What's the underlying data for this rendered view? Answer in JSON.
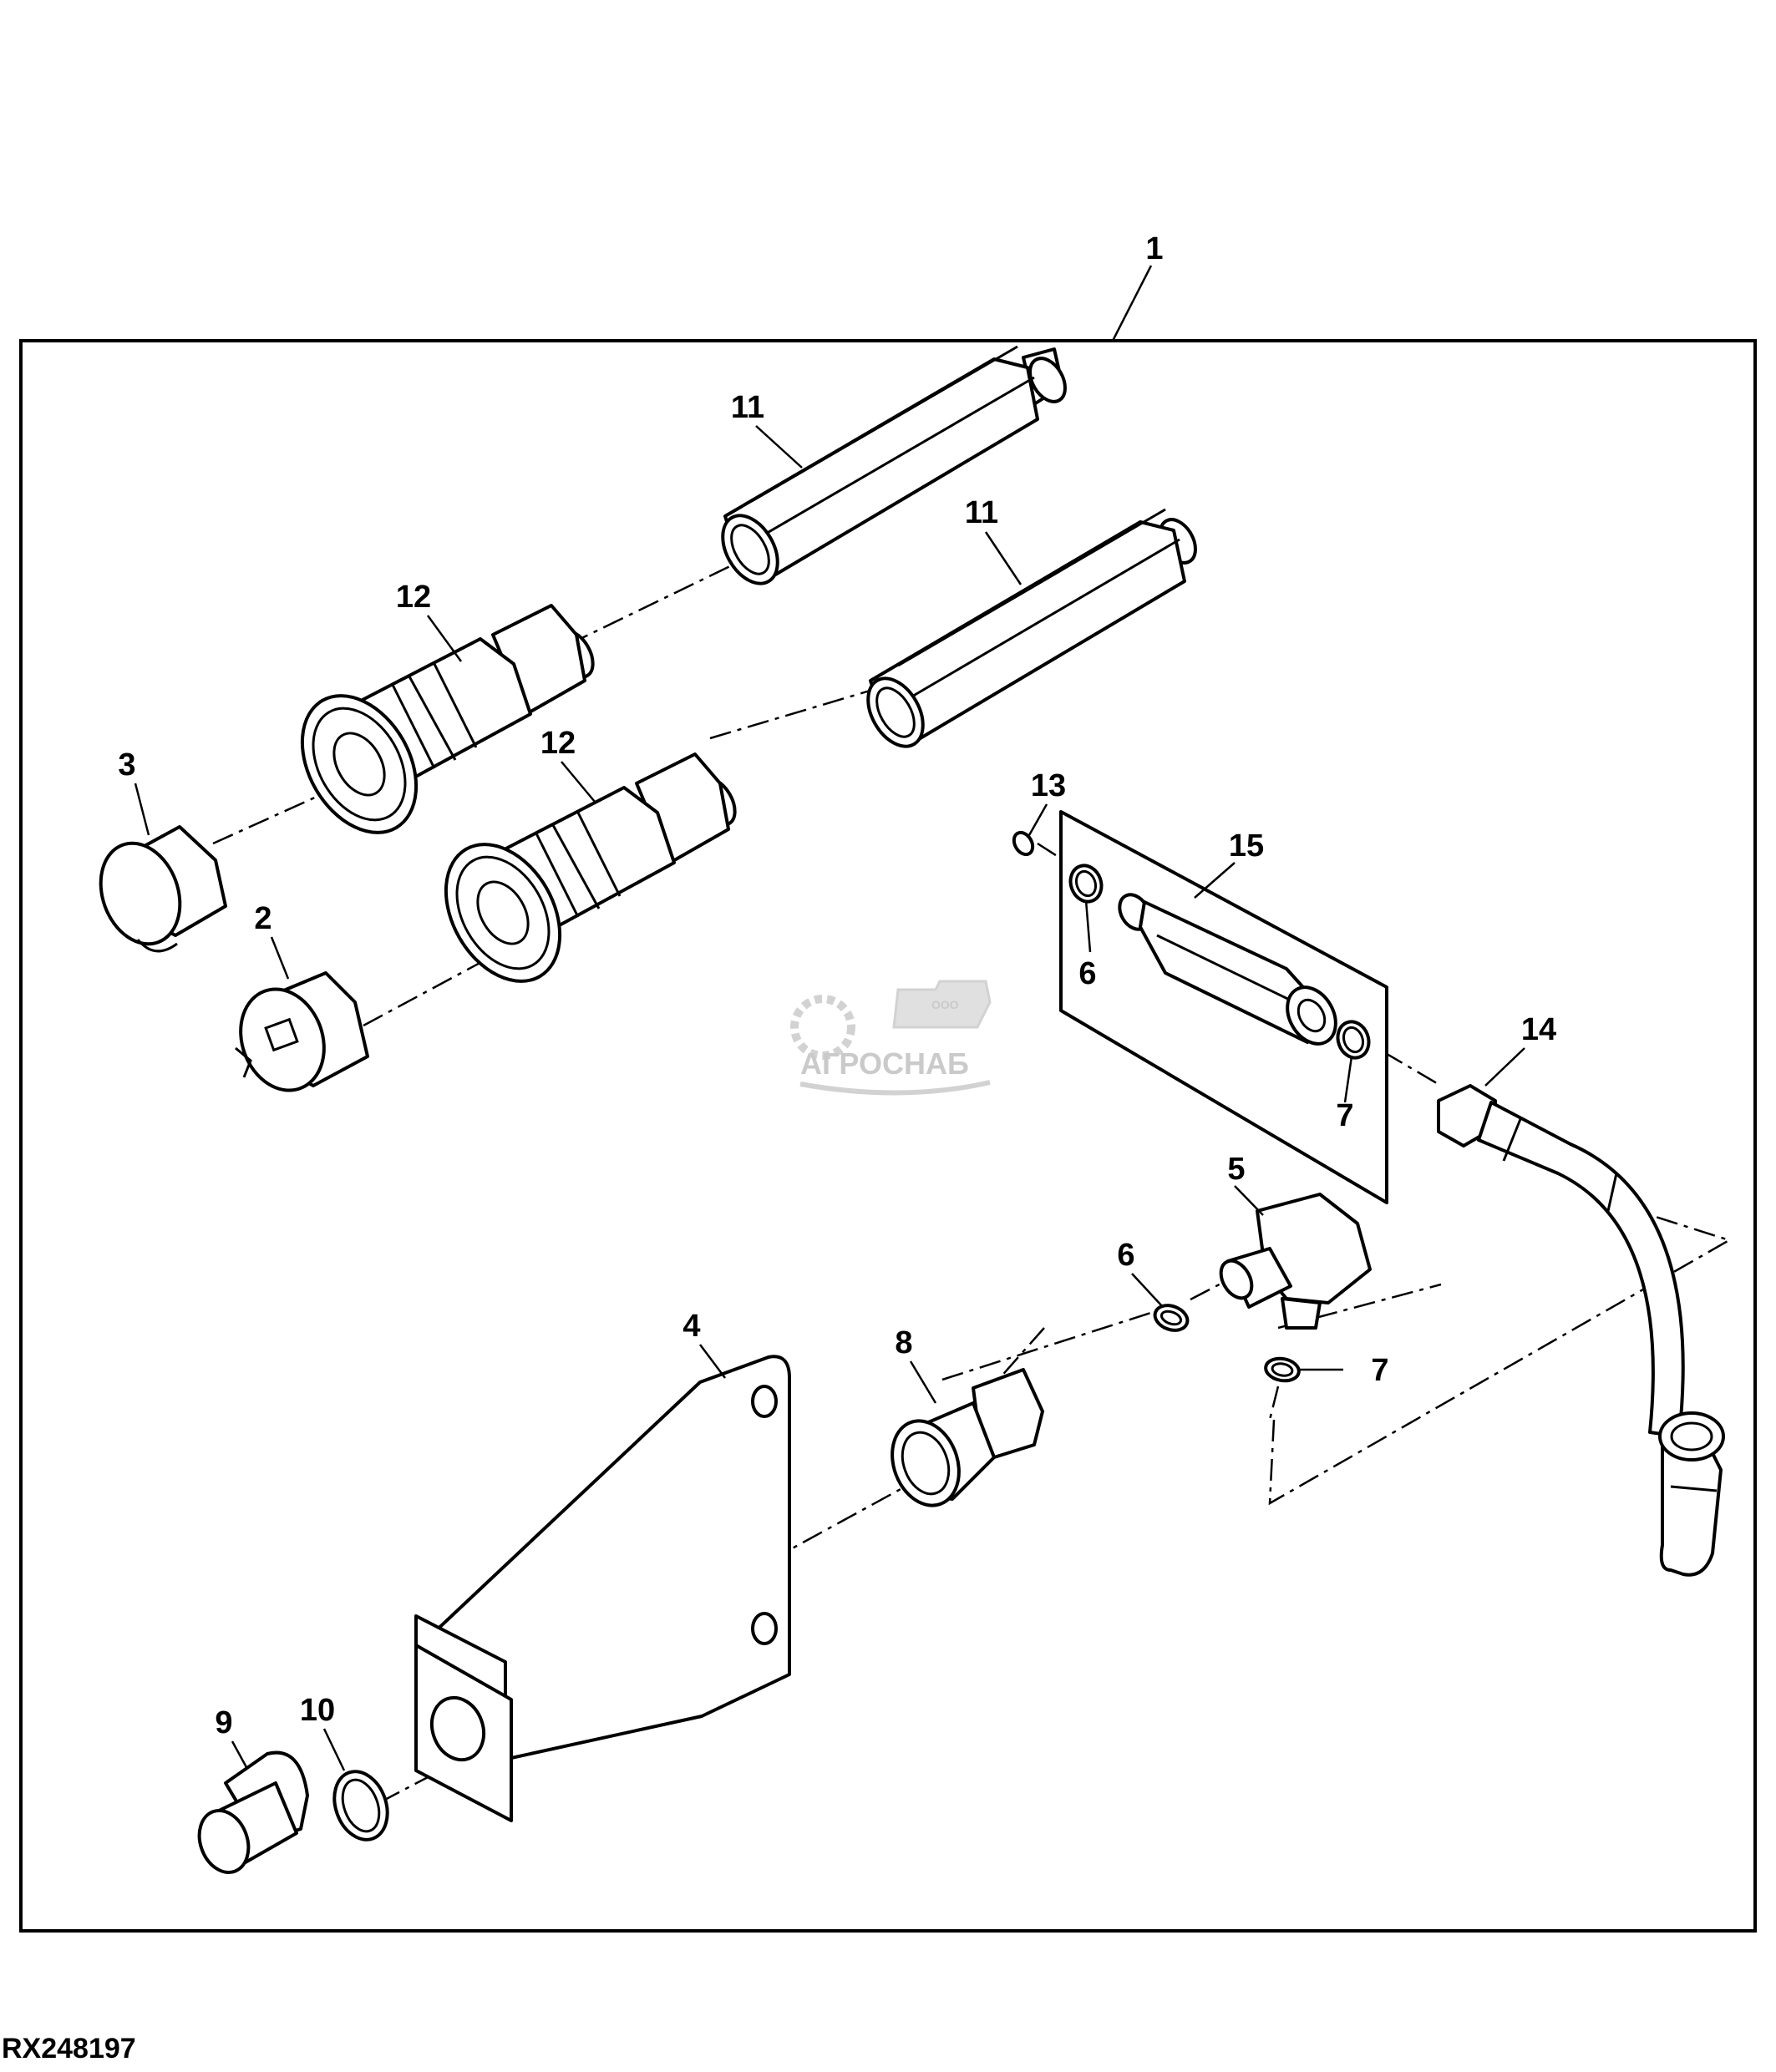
{
  "figure_id": "RX248197",
  "watermark": {
    "text": "АГРОСНАБ",
    "small_text": "ООО"
  },
  "callouts": {
    "c1": "1",
    "c2": "2",
    "c3": "3",
    "c4": "4",
    "c5": "5",
    "c6a": "6",
    "c6b": "6",
    "c7a": "7",
    "c7b": "7",
    "c8": "8",
    "c9": "9",
    "c10": "10",
    "c11a": "11",
    "c11b": "11",
    "c12a": "12",
    "c12b": "12",
    "c13": "13",
    "c14": "14",
    "c15": "15"
  }
}
